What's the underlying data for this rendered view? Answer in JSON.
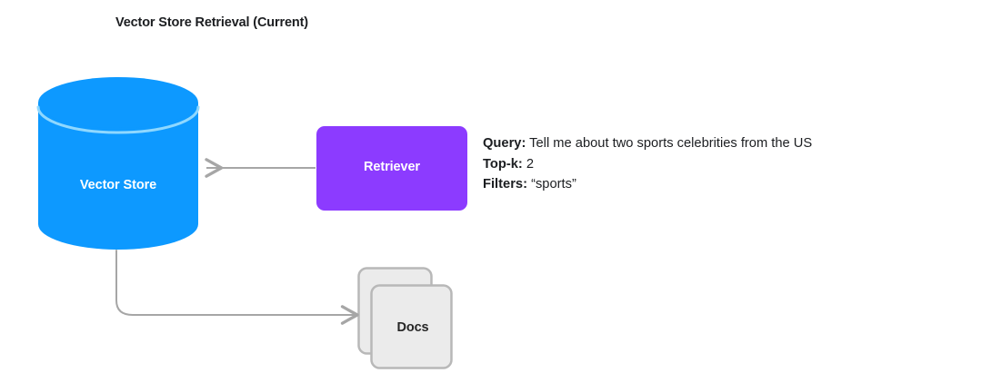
{
  "diagram": {
    "title": "Vector Store Retrieval (Current)",
    "nodes": {
      "vector_store": {
        "label": "Vector Store",
        "shape": "cylinder",
        "fill": "#0d99ff",
        "text_color": "#ffffff"
      },
      "retriever": {
        "label": "Retriever",
        "shape": "rounded-rectangle",
        "fill": "#8c3bff",
        "text_color": "#ffffff"
      },
      "docs": {
        "label": "Docs",
        "shape": "stacked-documents",
        "fill": "#ebebeb",
        "border": "#b3b3b3",
        "text_color": "#262626"
      }
    },
    "edges": [
      {
        "name": "retriever-to-vector-store",
        "from": "retriever",
        "to": "vector_store",
        "direction": "left",
        "color": "#a6a6a6"
      },
      {
        "name": "vector-store-to-docs",
        "from": "vector_store",
        "to": "docs",
        "direction": "right",
        "color": "#a6a6a6"
      }
    ],
    "annotation": {
      "lines": [
        {
          "key": "Query:",
          "value": "Tell me about two sports celebrities from the US"
        },
        {
          "key": "Top-k:",
          "value": "2"
        },
        {
          "key": "Filters:",
          "value": "“sports”"
        }
      ]
    }
  }
}
